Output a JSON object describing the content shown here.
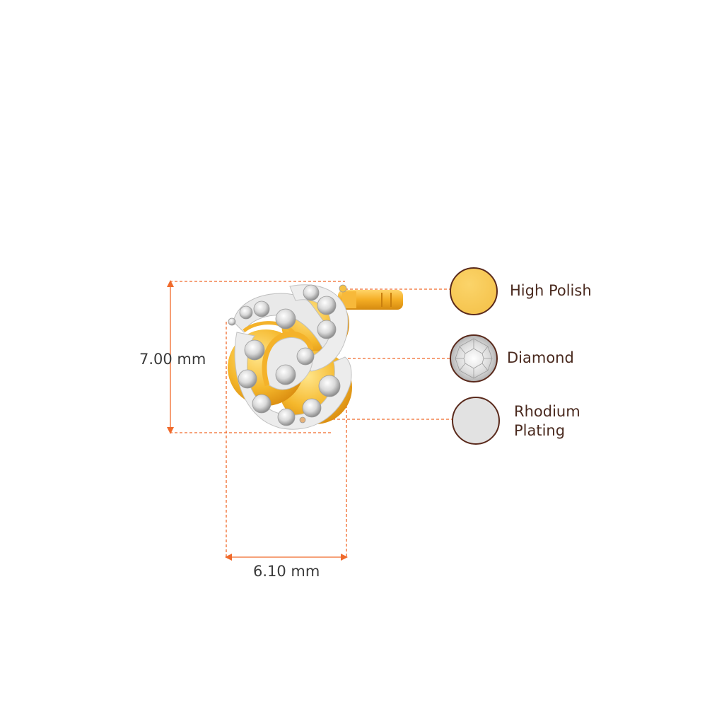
{
  "dimensions": {
    "height_label": "7.00 mm",
    "width_label": "6.10 mm"
  },
  "materials": [
    {
      "name": "High Polish",
      "lines": [
        "High Polish"
      ],
      "swatch": "gold",
      "color": "#f6c750"
    },
    {
      "name": "Diamond",
      "lines": [
        "Diamond"
      ],
      "swatch": "diamond",
      "color": "#e8e8e8"
    },
    {
      "name": "Rhodium Plating",
      "lines": [
        "Rhodium",
        "Plating"
      ],
      "swatch": "rhodium",
      "color": "#e2e2e2"
    }
  ],
  "colors": {
    "dimension_line": "#f06a2b",
    "swatch_border": "#5a2a1c",
    "gold": "#f2b52e",
    "gold_dark": "#d88a10",
    "silver": "#e9e9e9"
  },
  "icons": {
    "earring": "knot-stud-earring-illustration"
  }
}
